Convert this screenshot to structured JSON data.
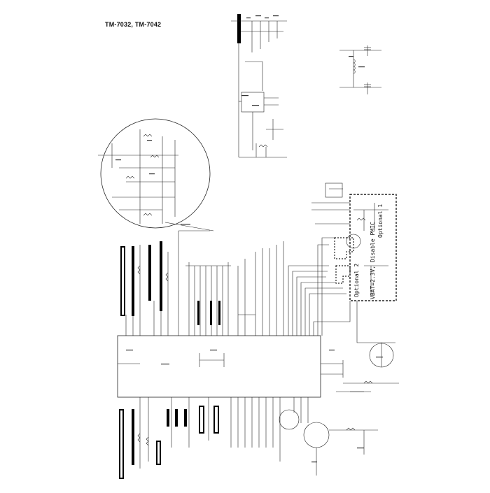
{
  "header": {
    "model_title": "TM-7032, TM-7042"
  },
  "annotations": {
    "optional_1": "Optional 1",
    "optional_2": "Optional 2",
    "disable_pmic": "VBAT=2.3V, Disable PMIC"
  },
  "colors": {
    "line": "#222222",
    "bus_fill": "#000000",
    "background": "#ffffff"
  }
}
